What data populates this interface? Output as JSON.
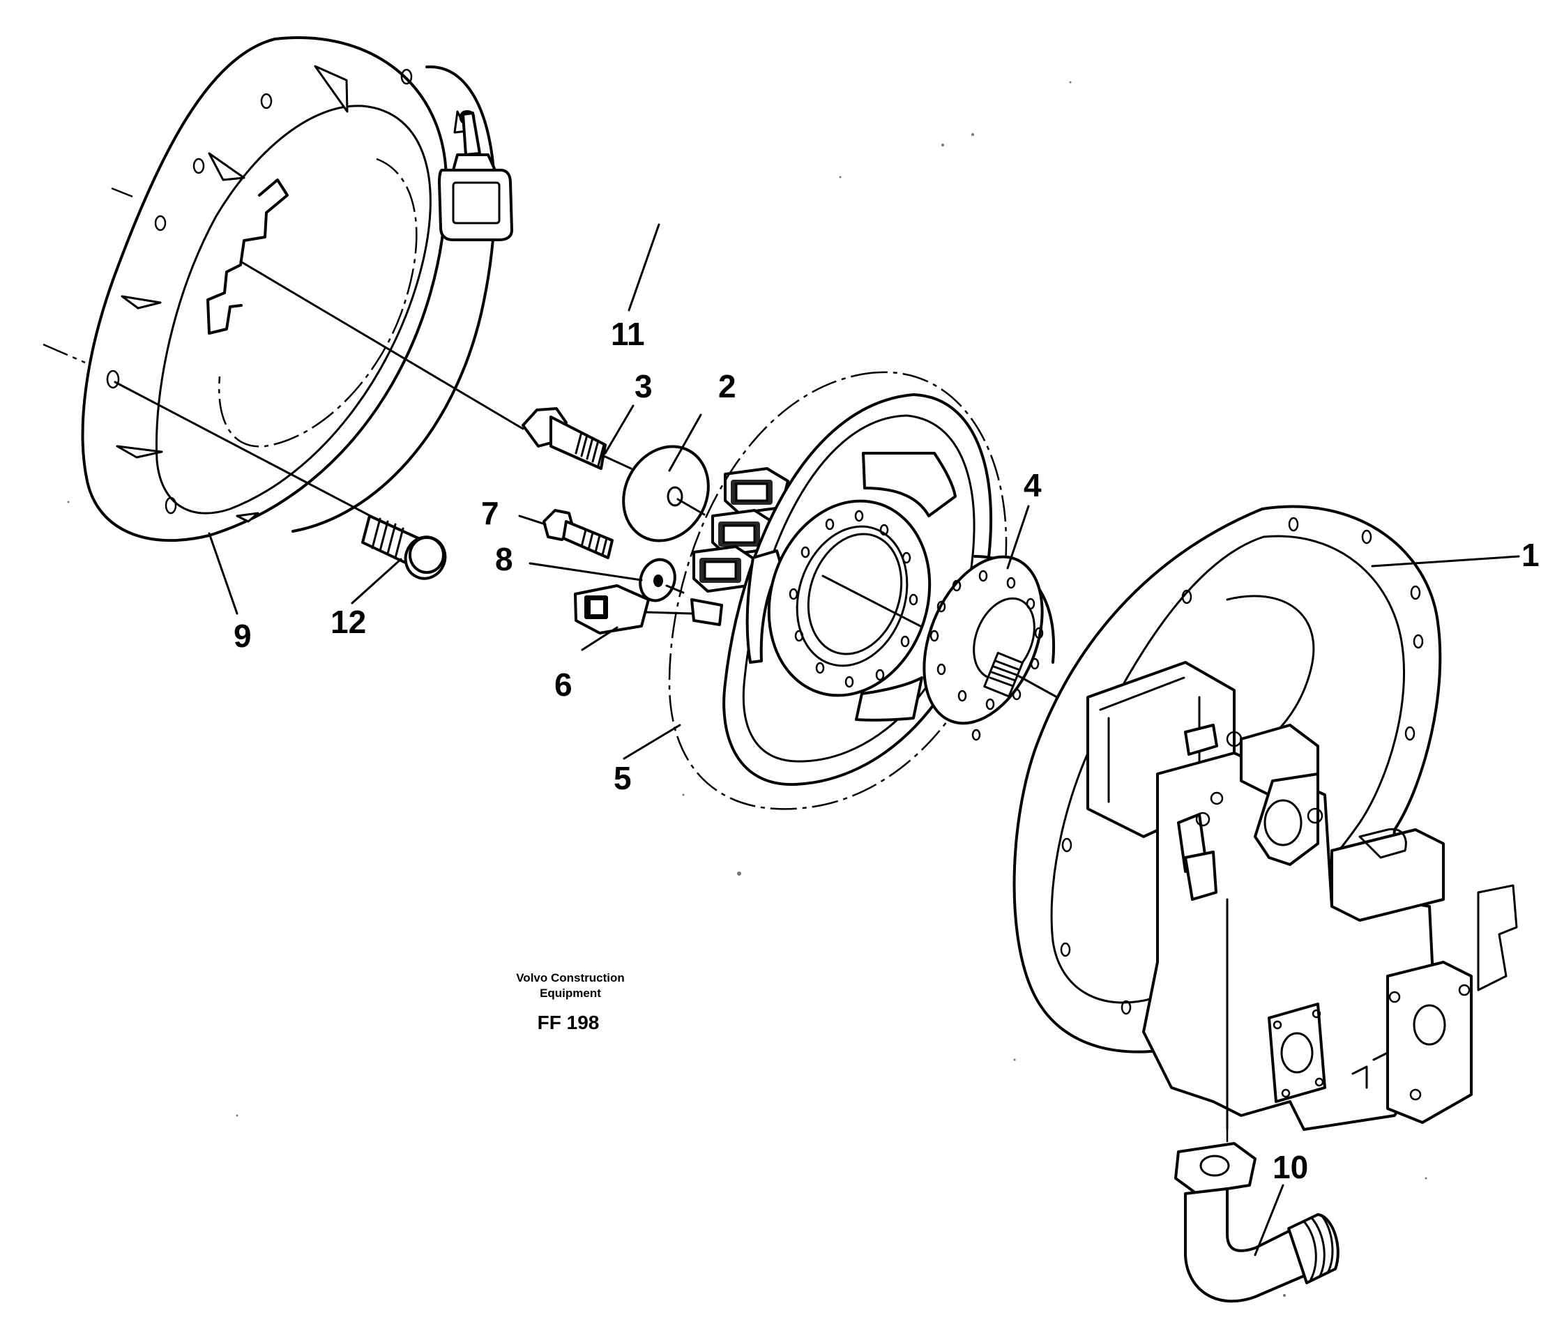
{
  "callouts": [
    {
      "id": "1",
      "label": "1"
    },
    {
      "id": "2",
      "label": "2"
    },
    {
      "id": "3",
      "label": "3"
    },
    {
      "id": "4",
      "label": "4"
    },
    {
      "id": "5",
      "label": "5"
    },
    {
      "id": "6",
      "label": "6"
    },
    {
      "id": "7",
      "label": "7"
    },
    {
      "id": "8",
      "label": "8"
    },
    {
      "id": "9",
      "label": "9"
    },
    {
      "id": "10",
      "label": "10"
    },
    {
      "id": "11",
      "label": "11"
    },
    {
      "id": "12",
      "label": "12"
    }
  ],
  "brand": {
    "line1": "Volvo Construction",
    "line2": "Equipment"
  },
  "figure_code": "FF 198"
}
